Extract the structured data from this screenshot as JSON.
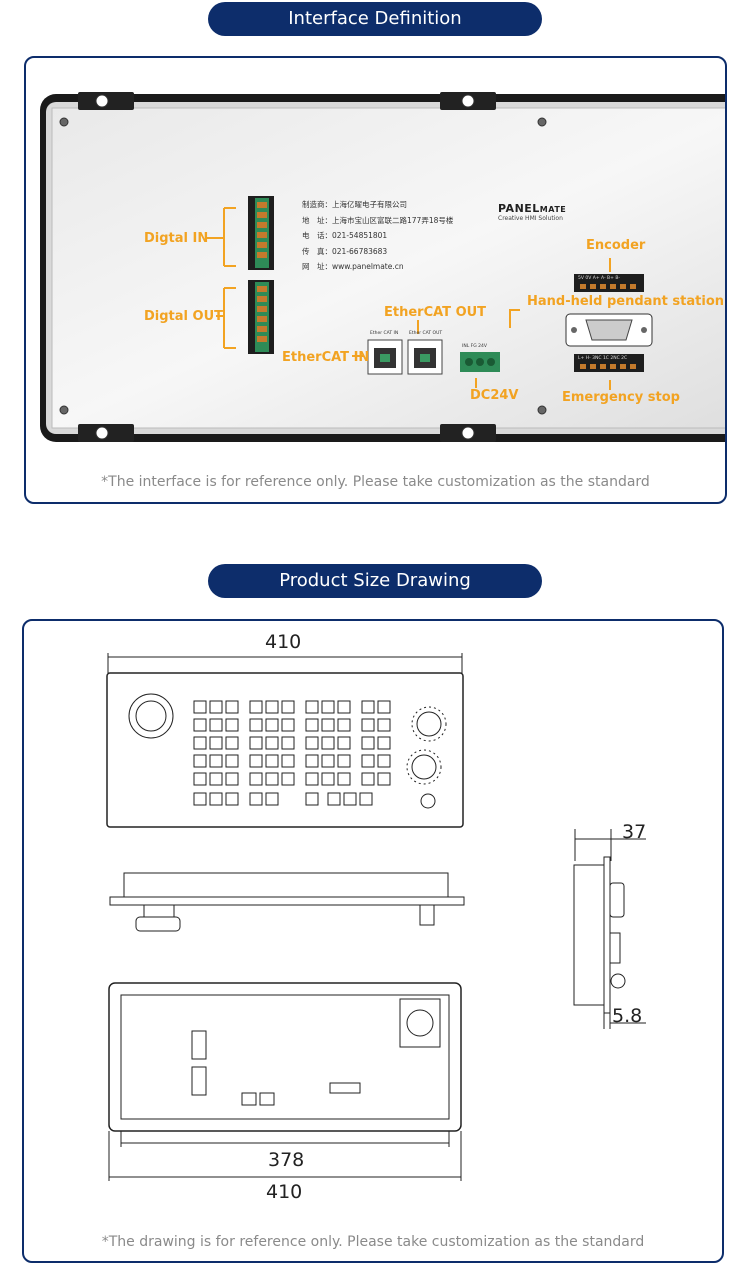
{
  "section1": {
    "title": "Interface Definition",
    "note": "*The interface is for reference only. Please take customization as the standard",
    "labels": {
      "digital_in": "Digtal IN",
      "digital_out": "Digtal OUT",
      "ethercat_in": "EtherCAT IN",
      "ethercat_out": "EtherCAT OUT",
      "dc24v": "DC24V",
      "encoder": "Encoder",
      "handheld": "Hand-held pendant station",
      "estop": "Emergency stop"
    },
    "brand": {
      "part1": "PANEL",
      "part2": "MATE",
      "tagline": "Creative HMI Solution"
    },
    "maker_lines": [
      "制造商：上海亿曜电子有限公司",
      "地　址：上海市宝山区富联二路177弄18号楼",
      "电　话：021-54851801",
      "传　真：021-66783683",
      "网　址：www.panelmate.cn"
    ],
    "port_labels": {
      "ecat_in": "Ether CAT IN",
      "ecat_out": "Ether CAT OUT",
      "power": "INL FG  24V"
    },
    "encoder_pins": "5V  0V  A+  A-  B+  B-",
    "estop_pins": "L+  H-  3NC 1C 2NC 2C"
  },
  "section2": {
    "title": "Product Size Drawing",
    "note": "*The drawing is for reference only. Please take customization as the standard",
    "dims": {
      "top_width": "410",
      "inner_width": "378",
      "bottom_width": "410",
      "depth": "37",
      "thickness": "5.8"
    }
  },
  "colors": {
    "accent": "#f2a322",
    "navy": "#0d2d6b",
    "terminal_green": "#2e8b57"
  }
}
